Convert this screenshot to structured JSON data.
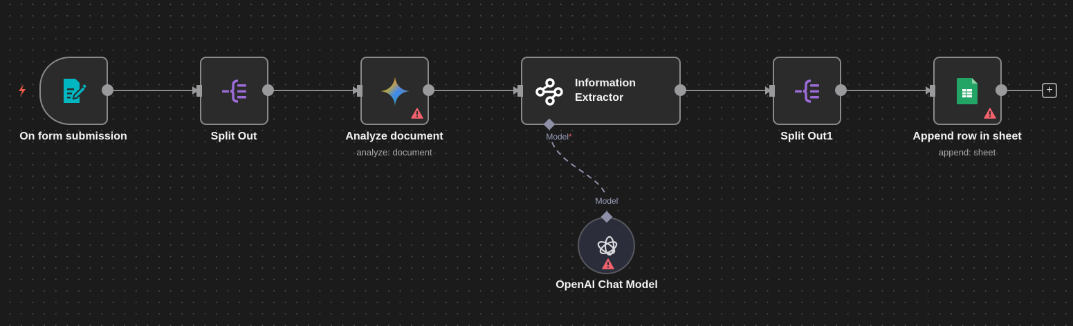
{
  "workflow": {
    "nodes": [
      {
        "id": "form",
        "title": "On form submission",
        "subtitle": "",
        "icon": "form-icon",
        "type": "trigger",
        "warning": false,
        "icon_color": "#00b6c0"
      },
      {
        "id": "split1",
        "title": "Split Out",
        "subtitle": "",
        "icon": "split-out-icon",
        "type": "action",
        "warning": false,
        "icon_color": "#9b6bd6"
      },
      {
        "id": "analyze",
        "title": "Analyze document",
        "subtitle": "analyze: document",
        "icon": "gemini-icon",
        "type": "action",
        "warning": true
      },
      {
        "id": "extractor",
        "title_line1": "Information",
        "title_line2": "Extractor",
        "icon": "information-extractor-icon",
        "type": "root",
        "warning": false
      },
      {
        "id": "split2",
        "title": "Split Out1",
        "subtitle": "",
        "icon": "split-out-icon",
        "type": "action",
        "warning": false,
        "icon_color": "#9b6bd6"
      },
      {
        "id": "sheets",
        "title": "Append row in sheet",
        "subtitle": "append: sheet",
        "icon": "google-sheets-icon",
        "type": "action",
        "warning": true,
        "icon_color": "#23a566"
      },
      {
        "id": "openai",
        "title": "OpenAI Chat Model",
        "subtitle": "",
        "icon": "openai-icon",
        "type": "sub-node",
        "warning": true
      }
    ],
    "ports": {
      "extractor_model_label": "Model",
      "extractor_model_required": "*",
      "openai_model_label": "Model"
    },
    "add_node_symbol": "+",
    "colors": {
      "trigger_bolt": "#ee5c4a",
      "warning": "#f0616c",
      "edge": "#8a8a8c",
      "ai_edge": "#8e90a8"
    }
  }
}
